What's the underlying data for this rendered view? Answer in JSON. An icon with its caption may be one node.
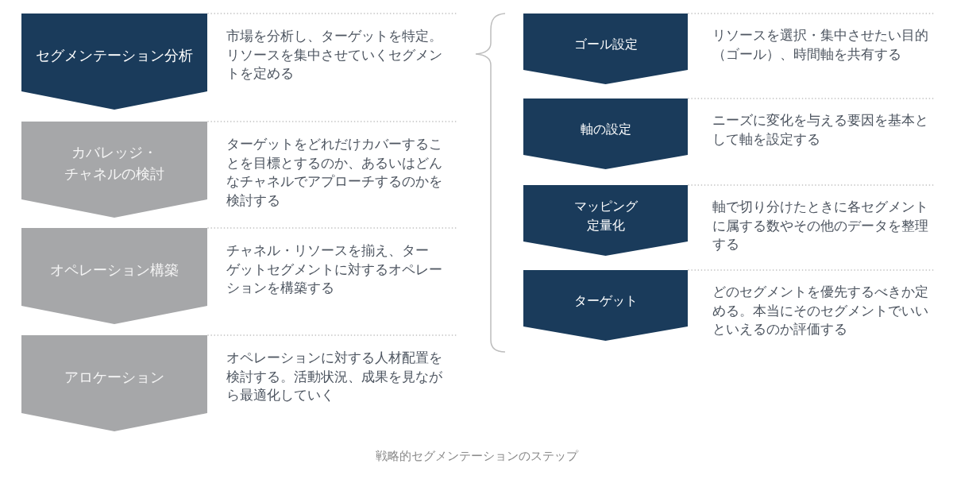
{
  "diagram": {
    "caption": "戦略的セグメンテーションのステップ",
    "nodes": [
      {
        "text": [
          "セグメンテーション分析"
        ],
        "beside": [
          "市場を分析し、ターゲットを特定。リソースを集中させていくセグメントを定める"
        ]
      },
      {
        "text": [
          "カバレッジ・チャネルの検討"
        ],
        "beside": [
          "ターゲットをどれだけカバーすることを目標とするのか、あるいはどんなチャネルでアプローチするのかを検討する"
        ]
      },
      {
        "text": [
          "オペレーション構築"
        ],
        "beside": [
          "チャネル・リソースを揃え、ターゲットセグメントに対するオペレーションを構築する"
        ]
      },
      {
        "text": [
          "アロケーション"
        ],
        "beside": [
          "オペレーションに対する人材配置を検討する。活動状況、成果を見ながら最適化していく"
        ]
      },
      {
        "text": [
          "ゴール設定"
        ],
        "beside": [
          "リソースを選択・集中させたい目的（ゴール）、時間軸を共有する"
        ]
      },
      {
        "text": [
          "軸の設定"
        ],
        "beside": [
          "ニーズに変化を与える要因を基本として軸を設定する"
        ]
      },
      {
        "text": [
          "マッピング定量化"
        ],
        "beside": [
          "軸で切り分けたときに各セグメントに属する数やその他のデータを整理する"
        ]
      },
      {
        "text": [
          "ターゲット"
        ],
        "beside": [
          "どのセグメントを優先するべきか定める。本当にそのセグメントでいいといえるのか評価する"
        ]
      }
    ]
  }
}
